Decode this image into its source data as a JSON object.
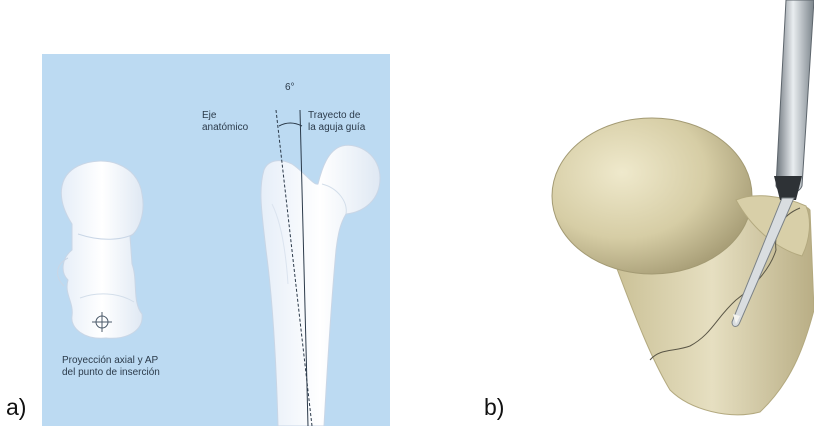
{
  "panel_a": {
    "letter": "a)",
    "angle_label": "6°",
    "anatomic_axis_label": "Eje\nanatómico",
    "guide_path_label": "Trayecto de\nla aguja guía",
    "projection_label": "Proyección axial y AP\ndel punto de inserción",
    "background_color": "#bcdaf2",
    "bone_color": "#f2f6fb"
  },
  "panel_b": {
    "letter": "b)",
    "bone_color": "#ddd6b4",
    "instrument_color": "#9aa3ab"
  }
}
